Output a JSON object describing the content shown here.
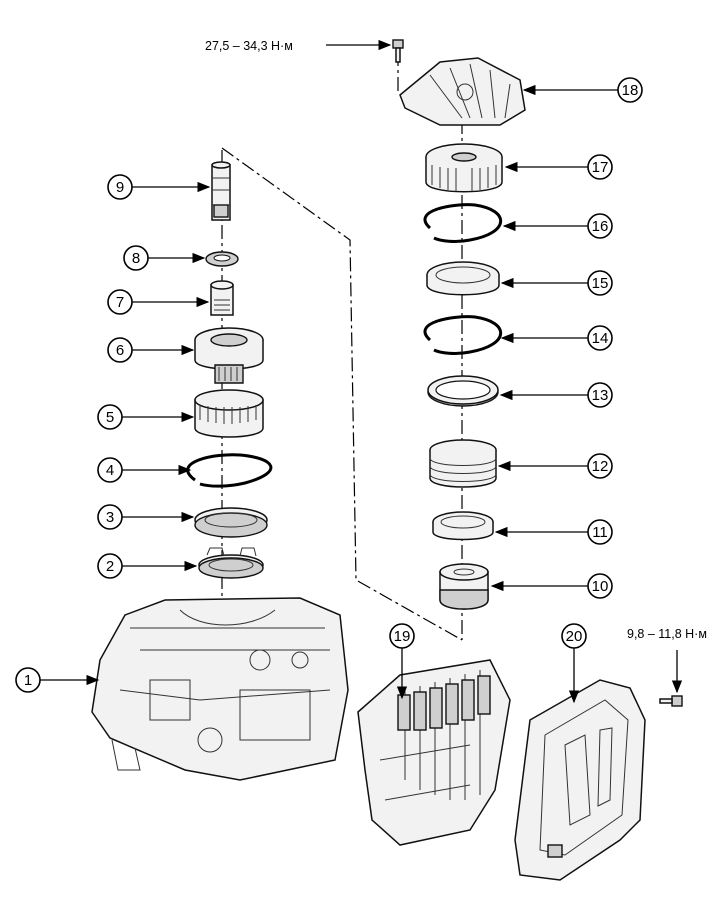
{
  "torque_specs": {
    "top": "27,5 – 34,3 Н·м",
    "right": "9,8 – 11,8 Н·м"
  },
  "callouts": [
    "1",
    "2",
    "3",
    "4",
    "5",
    "6",
    "7",
    "8",
    "9",
    "10",
    "11",
    "12",
    "13",
    "14",
    "15",
    "16",
    "17",
    "18",
    "19",
    "20"
  ]
}
